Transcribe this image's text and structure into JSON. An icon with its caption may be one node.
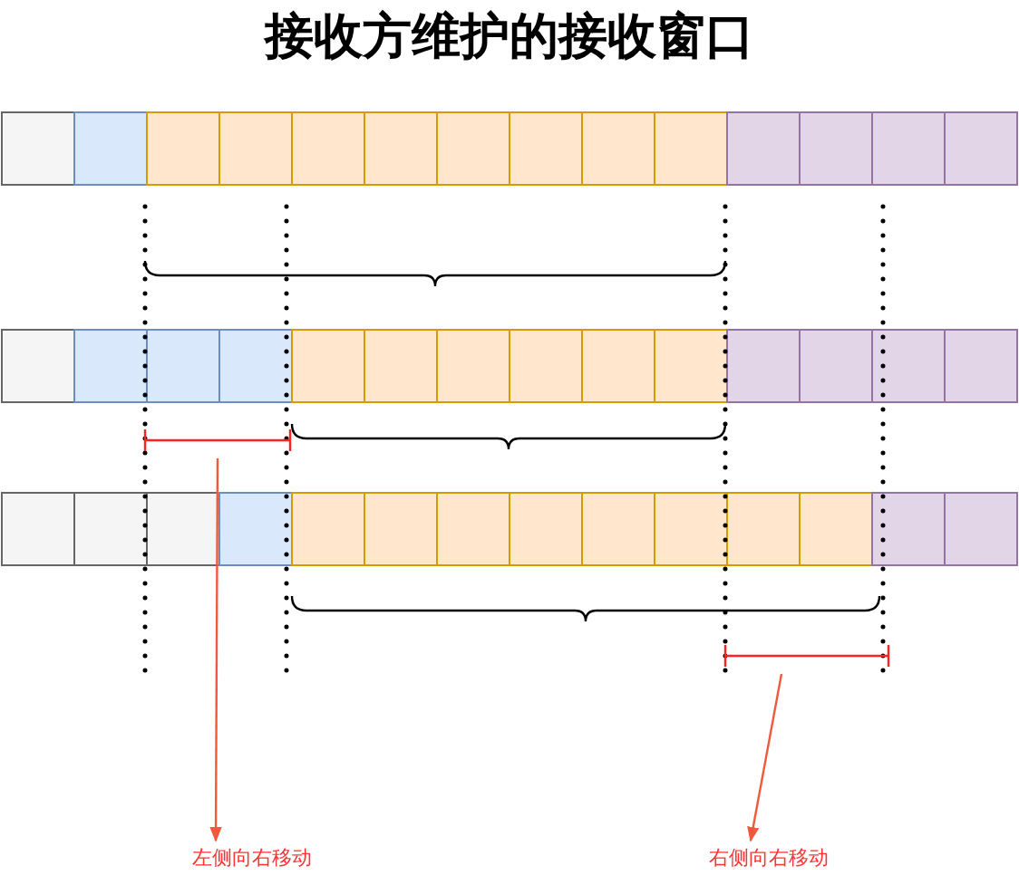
{
  "diagram": {
    "title": "接收方维护的接收窗口",
    "nodes": [
      {
        "text": [
          "左侧向右移动"
        ]
      },
      {
        "text": [
          "右侧向右移动"
        ]
      }
    ],
    "edges": [
      {
        "from": null,
        "to": 0,
        "arrow": "to",
        "color": "#f05a3c"
      },
      {
        "from": null,
        "to": 1,
        "arrow": "to",
        "color": "#f05a3c"
      }
    ]
  }
}
